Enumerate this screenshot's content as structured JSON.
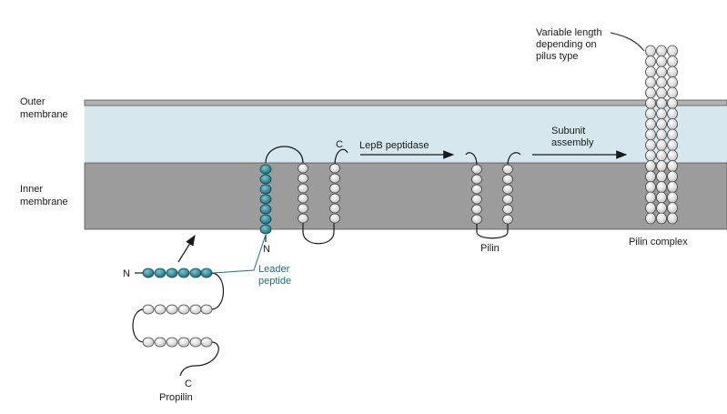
{
  "labels": {
    "outer_membrane": [
      "Outer",
      "membrane"
    ],
    "inner_membrane": [
      "Inner",
      "membrane"
    ],
    "variable_length": [
      "Variable length",
      "depending on",
      "pilus type"
    ],
    "c_terminus": "C",
    "n_terminus": "N",
    "lepb_peptidase": "LepB peptidase",
    "subunit_assembly": [
      "Subunit",
      "assembly"
    ],
    "pilin": "Pilin",
    "pilin_complex": "Pilin complex",
    "leader_peptide": [
      "Leader",
      "peptide"
    ],
    "propilin": "Propilin"
  },
  "colors": {
    "periplasm": "#d6e8ee",
    "inner_membrane": "#9c9c9c",
    "outer_membrane": "#b2b2b2",
    "leader_bead": "#1e7d8c",
    "subunit_bead": "#e4e4e4",
    "label_teal": "#1f6f7f"
  }
}
